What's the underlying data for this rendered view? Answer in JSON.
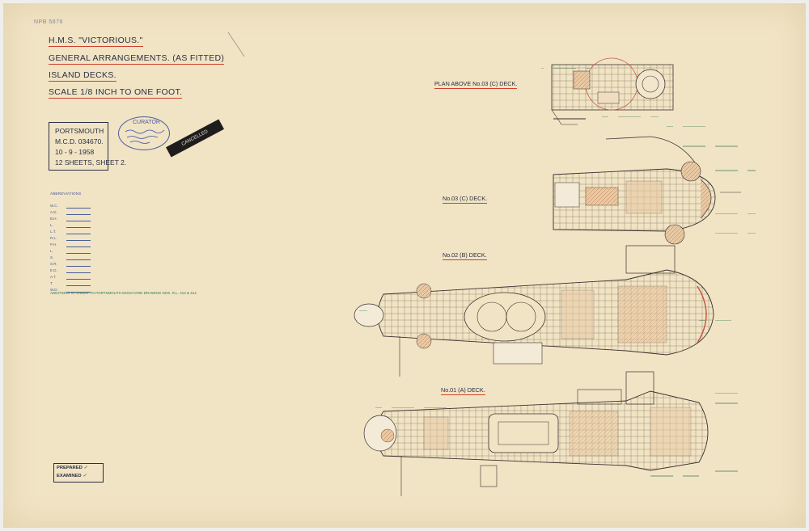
{
  "sheet_ref": "NPB 5876",
  "title_block": {
    "ship_name": "H.M.S. \"VICTORIOUS.\"",
    "line2": "GENERAL ARRANGEMENTS.  (AS FITTED)",
    "line3": "ISLAND DECKS.",
    "line4": "SCALE 1/8 INCH TO ONE FOOT."
  },
  "portsmouth_stamp": {
    "line1": "PORTSMOUTH",
    "line2": "M.C.D. 034670.",
    "line3": "10 - 9 - 1958",
    "line4": "12 SHEETS, SHEET 2."
  },
  "curator_stamp": {
    "title": "CURATOR"
  },
  "cancelled_stamp": "CANCELLED",
  "abbreviations": {
    "title": "ABBREVIATIONS",
    "items": [
      {
        "abbr": "W.C."
      },
      {
        "abbr": "A.D."
      },
      {
        "abbr": "B.H."
      },
      {
        "abbr": "L."
      },
      {
        "abbr": "L.T."
      },
      {
        "abbr": "R.L."
      },
      {
        "abbr": "P.H."
      },
      {
        "abbr": "L."
      },
      {
        "abbr": "S."
      },
      {
        "abbr": "S.R."
      },
      {
        "abbr": "E.D."
      },
      {
        "abbr": "A.T."
      },
      {
        "abbr": "T."
      },
      {
        "abbr": "W.D."
      }
    ],
    "note": "ADDITIONS IN GREEN TO PORTSMOUTH DOCKYARD DRAWING NOS. R.L. 413 & 414"
  },
  "prepared_box": {
    "prepared_label": "PREPARED",
    "examined_label": "EXAMINED"
  },
  "deck_labels": {
    "plan_above_03": "PLAN ABOVE No.03 (C) DECK.",
    "deck_03": "No.03 (C) DECK.",
    "deck_02": "No.02 (B) DECK.",
    "deck_01": "No.01 (A) DECK."
  }
}
